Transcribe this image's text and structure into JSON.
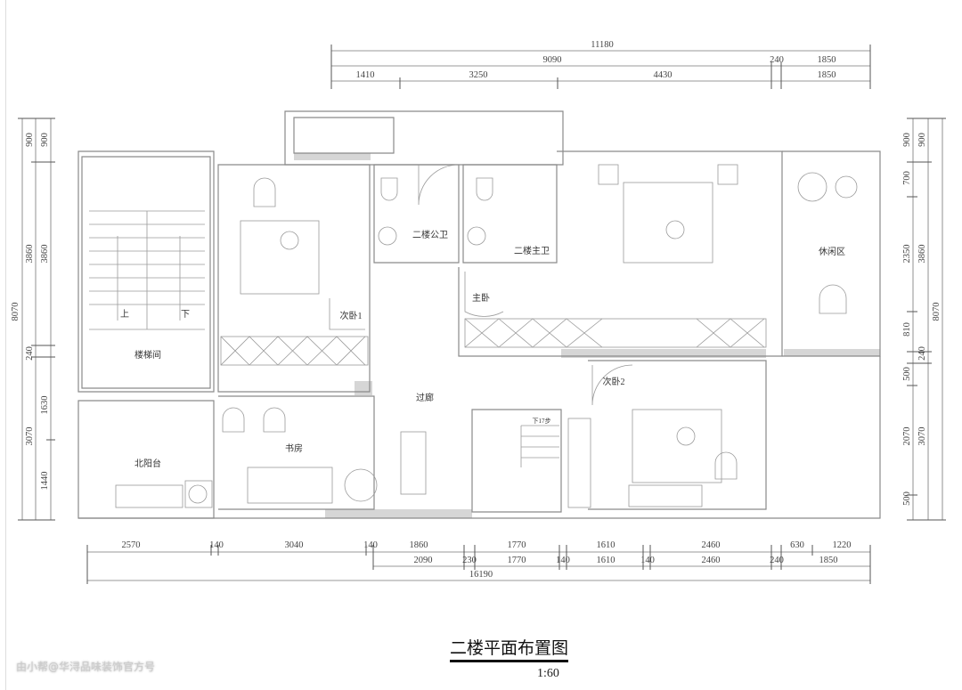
{
  "drawing": {
    "title": "二楼平面布置图",
    "scale": "1:60",
    "watermark": "由小帮@华浔品味装饰官方号"
  },
  "dimensions": {
    "top": {
      "row1": [
        "11180"
      ],
      "row2": [
        "9090",
        "240",
        "1850"
      ],
      "row3": [
        "1410",
        "3250",
        "4430",
        "1850"
      ]
    },
    "bottom": {
      "row1": [
        "2570",
        "140",
        "3040",
        "140",
        "1860",
        "1770",
        "1610",
        "2460",
        "630",
        "1220"
      ],
      "row2": [
        "2090",
        "230",
        "1770",
        "140",
        "1610",
        "140",
        "2460",
        "240",
        "1850"
      ],
      "row3": [
        "16190"
      ]
    },
    "left": {
      "overall": "8070",
      "col1": [
        "900",
        "3860",
        "240",
        "3070"
      ],
      "col2": [
        "900",
        "3860",
        "1630",
        "1440"
      ]
    },
    "right": {
      "overall": "8070",
      "col1": [
        "900",
        "700",
        "2350",
        "810",
        "500",
        "2070",
        "500"
      ],
      "col2": [
        "900",
        "3860",
        "240",
        "3070"
      ]
    }
  },
  "rooms": {
    "stairwell": "楼梯间",
    "stair_up": "上",
    "stair_down": "下",
    "north_balcony": "北阳台",
    "study": "书房",
    "bedroom1": "次卧1",
    "corridor": "过廊",
    "public_bath": "二楼公卫",
    "master_bath": "二楼主卫",
    "master_bedroom": "主卧",
    "leisure": "休闲区",
    "bedroom2": "次卧2",
    "stair_steps": "下17步"
  }
}
